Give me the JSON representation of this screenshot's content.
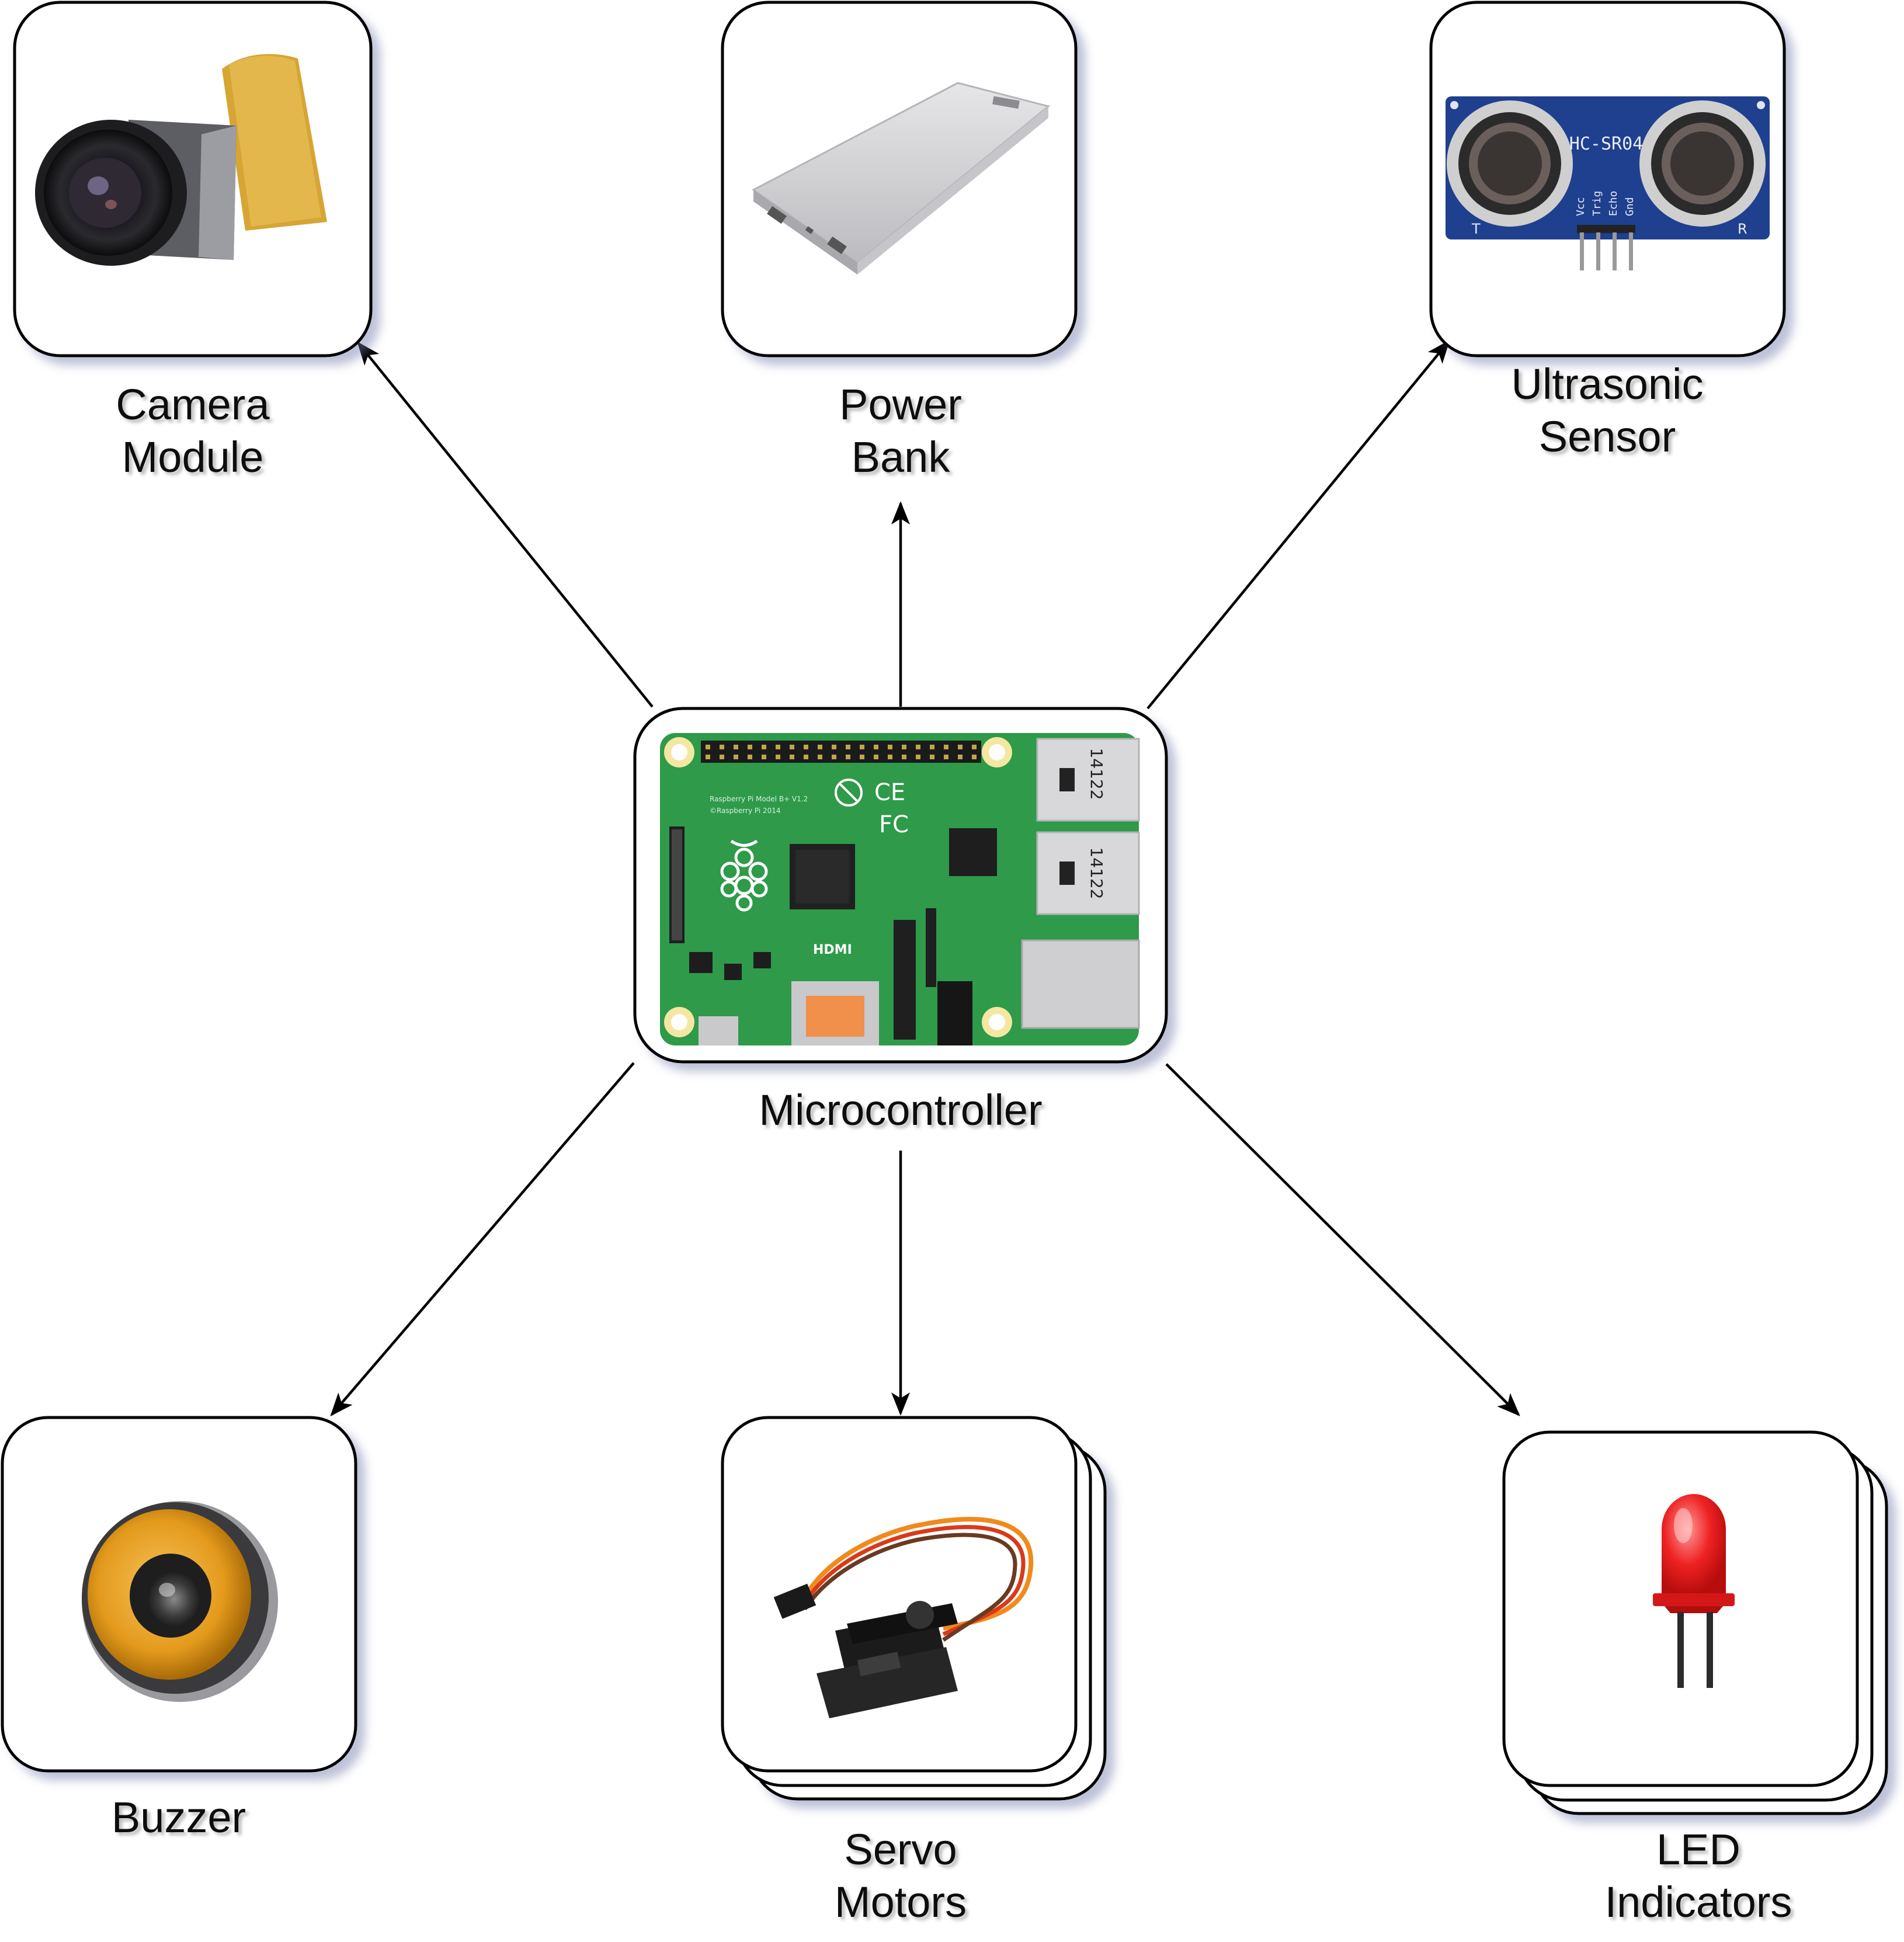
{
  "diagram": {
    "type": "hub-and-spoke block diagram",
    "hub": {
      "id": "microcontroller",
      "label": "Microcontroller",
      "icon": "raspberry-pi-board-icon"
    },
    "nodes": [
      {
        "id": "camera",
        "label_lines": [
          "Camera",
          "Module"
        ],
        "icon": "camera-module-icon",
        "stacked": false
      },
      {
        "id": "power",
        "label_lines": [
          "Power",
          "Bank"
        ],
        "icon": "power-bank-icon",
        "stacked": false
      },
      {
        "id": "ultrasonic",
        "label_lines": [
          "Ultrasonic",
          "Sensor"
        ],
        "icon": "ultrasonic-sensor-icon",
        "stacked": false
      },
      {
        "id": "buzzer",
        "label_lines": [
          "Buzzer"
        ],
        "icon": "speaker-icon",
        "stacked": false
      },
      {
        "id": "servo",
        "label_lines": [
          "Servo",
          "Motors"
        ],
        "icon": "servo-motor-icon",
        "stacked": true
      },
      {
        "id": "led",
        "label_lines": [
          "LED",
          "Indicators"
        ],
        "icon": "led-icon",
        "stacked": true
      }
    ],
    "edges": [
      {
        "from": "microcontroller",
        "to": "camera"
      },
      {
        "from": "microcontroller",
        "to": "power"
      },
      {
        "from": "microcontroller",
        "to": "ultrasonic"
      },
      {
        "from": "microcontroller",
        "to": "buzzer"
      },
      {
        "from": "microcontroller",
        "to": "servo"
      },
      {
        "from": "microcontroller",
        "to": "led"
      }
    ],
    "image_text": {
      "ultrasonic_chip": "HC-SR04",
      "ultrasonic_pins": [
        "Vcc",
        "Trig",
        "Echo",
        "Gnd"
      ],
      "ultrasonic_marks": [
        "T",
        "R"
      ],
      "pi_hdmi": "HDMI",
      "pi_usb_code": "14122",
      "pi_ce": "CE",
      "pi_fc": "FC",
      "pi_model": "Raspberry Pi Model B+ V1.2",
      "pi_copyright": "©Raspberry Pi 2014"
    },
    "colors": {
      "pcb": "#2e9a4a",
      "sensor_board": "#1f3f8f",
      "speaker_cone": "#e39a1c",
      "led": "#ee2222",
      "servo_wire_orange": "#f08a1c",
      "camera_ribbon": "#d6a534"
    }
  }
}
